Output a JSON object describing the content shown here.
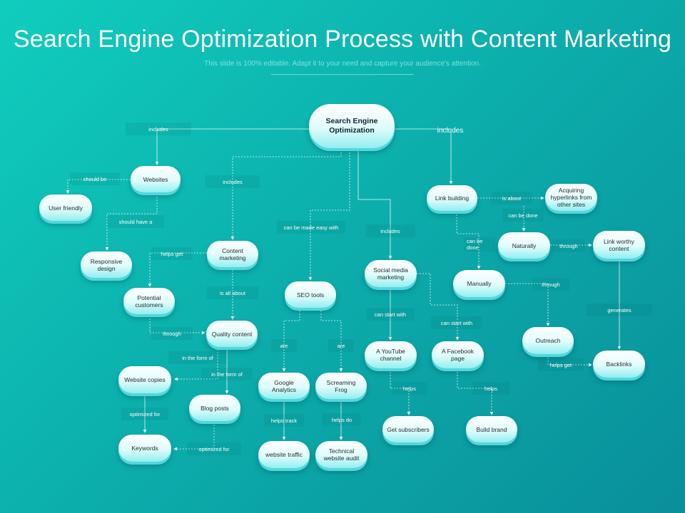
{
  "title": "Search Engine Optimization Process with Content Marketing",
  "subtitle": "This slide is 100% editable. Adapt it to your need and capture your audience's attention.",
  "nodes": {
    "seo": "Search Engine Optimization",
    "websites": "Websites",
    "user_friendly": "User friendly",
    "responsive_design": "Responsive design",
    "potential_customers": "Potential customers",
    "content_marketing": "Content marketing",
    "quality_content": "Quality content",
    "website_copies": "Website copies",
    "blog_posts": "Blog posts",
    "keywords": "Keywords",
    "seo_tools": "SEO tools",
    "google_analytics": "Google Analytics",
    "screaming_frog": "Screaming Frog",
    "website_traffic": "website traffic",
    "technical_audit": "Technical website audit",
    "social_media": "Social media marketing",
    "youtube": "A YouTube channel",
    "facebook": "A Facebook page",
    "get_subscribers": "Get subscribers",
    "build_brand": "Build brand",
    "link_building": "Link building",
    "acquiring": "Acquiring hyperlinks from other sites",
    "naturally": "Naturally",
    "manually": "Manually",
    "link_worthy": "Link worthy content",
    "outreach": "Outreach",
    "backlinks": "Backlinks"
  },
  "labels": {
    "includes_left": "includes",
    "includes_right": "includes",
    "includes_center": "includes",
    "should_be": "should be",
    "should_have_a": "should have a",
    "helps_get_left": "helps get",
    "is_all_about": "is all about",
    "through_left": "through",
    "in_the_form_of_1": "in the form of",
    "in_the_form_of_2": "in the form of",
    "optimized_for_1": "optimized for",
    "optimized_for_2": "optimized for",
    "can_be_made_easy_with": "can be made easy with",
    "are_1": "are",
    "are_2": "are",
    "helps_track": "helps track",
    "helps_do": "helps do",
    "includes_social": "includes",
    "can_start_with_1": "can start with",
    "can_start_with_2": "can start with",
    "helps_1": "helps",
    "helps_2": "helps",
    "is_about": "is about",
    "can_be_done_1": "can be done",
    "can_be_done_2": "can be done",
    "through_1": "through",
    "through_2": "through",
    "generates": "generates",
    "helps_get_right": "helps get"
  },
  "colors": {
    "background_start": "#10cdbd",
    "background_end": "#0a8f9a",
    "node_fill": "#dffcfb",
    "connector": "#e9fbfa"
  }
}
